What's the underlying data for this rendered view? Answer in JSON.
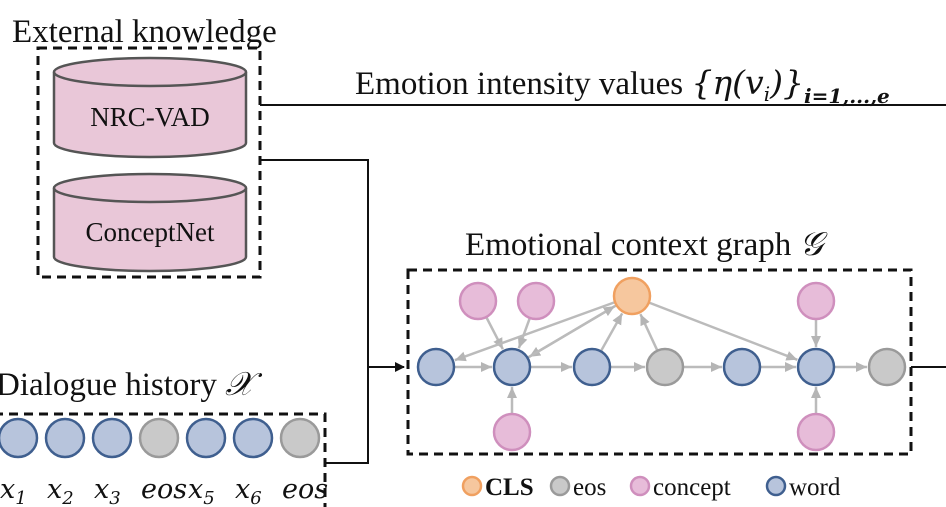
{
  "external_knowledge": {
    "title": "External knowledge",
    "databases": [
      {
        "label": "NRC-VAD"
      },
      {
        "label": "ConceptNet"
      }
    ]
  },
  "emotion_intensity": {
    "text": "Emotion intensity values ",
    "math": "{η(v",
    "math_sub_i": "i",
    "math_close": ")}",
    "range": "i=1,...,e"
  },
  "dialogue_history": {
    "title": "Dialogue history ",
    "symbol": "𝒳",
    "tokens": [
      {
        "type": "word",
        "base": "x",
        "sub": "1"
      },
      {
        "type": "word",
        "base": "x",
        "sub": "2"
      },
      {
        "type": "word",
        "base": "x",
        "sub": "3"
      },
      {
        "type": "eos",
        "base": "eos",
        "sub": ""
      },
      {
        "type": "word",
        "base": "x",
        "sub": "5"
      },
      {
        "type": "word",
        "base": "x",
        "sub": "6"
      },
      {
        "type": "eos",
        "base": "eos",
        "sub": ""
      }
    ]
  },
  "graph": {
    "title": "Emotional context graph ",
    "symbol": "𝒢"
  },
  "legend": [
    {
      "key": "CLS",
      "label": "CLS",
      "bold": true,
      "color": "#f6c79e",
      "stroke": "#f0a060"
    },
    {
      "key": "eos",
      "label": "eos",
      "bold": false,
      "color": "#c9c9c9",
      "stroke": "#9a9a9a"
    },
    {
      "key": "concept",
      "label": "concept",
      "bold": false,
      "color": "#e7bcd9",
      "stroke": "#cf8fbd"
    },
    {
      "key": "word",
      "label": "word",
      "bold": false,
      "color": "#b7c4dc",
      "stroke": "#3f5f8f"
    }
  ],
  "colors": {
    "db_fill": "#e9c7d8",
    "db_stroke": "#555555",
    "word_fill": "#b7c4dc",
    "word_stroke": "#3f5f8f",
    "eos_fill": "#c9c9c9",
    "eos_stroke": "#9a9a9a",
    "concept_fill": "#e7bcd9",
    "concept_stroke": "#cf8fbd",
    "cls_fill": "#f6c79e",
    "cls_stroke": "#f0a060",
    "edge": "#bbbbbb"
  }
}
